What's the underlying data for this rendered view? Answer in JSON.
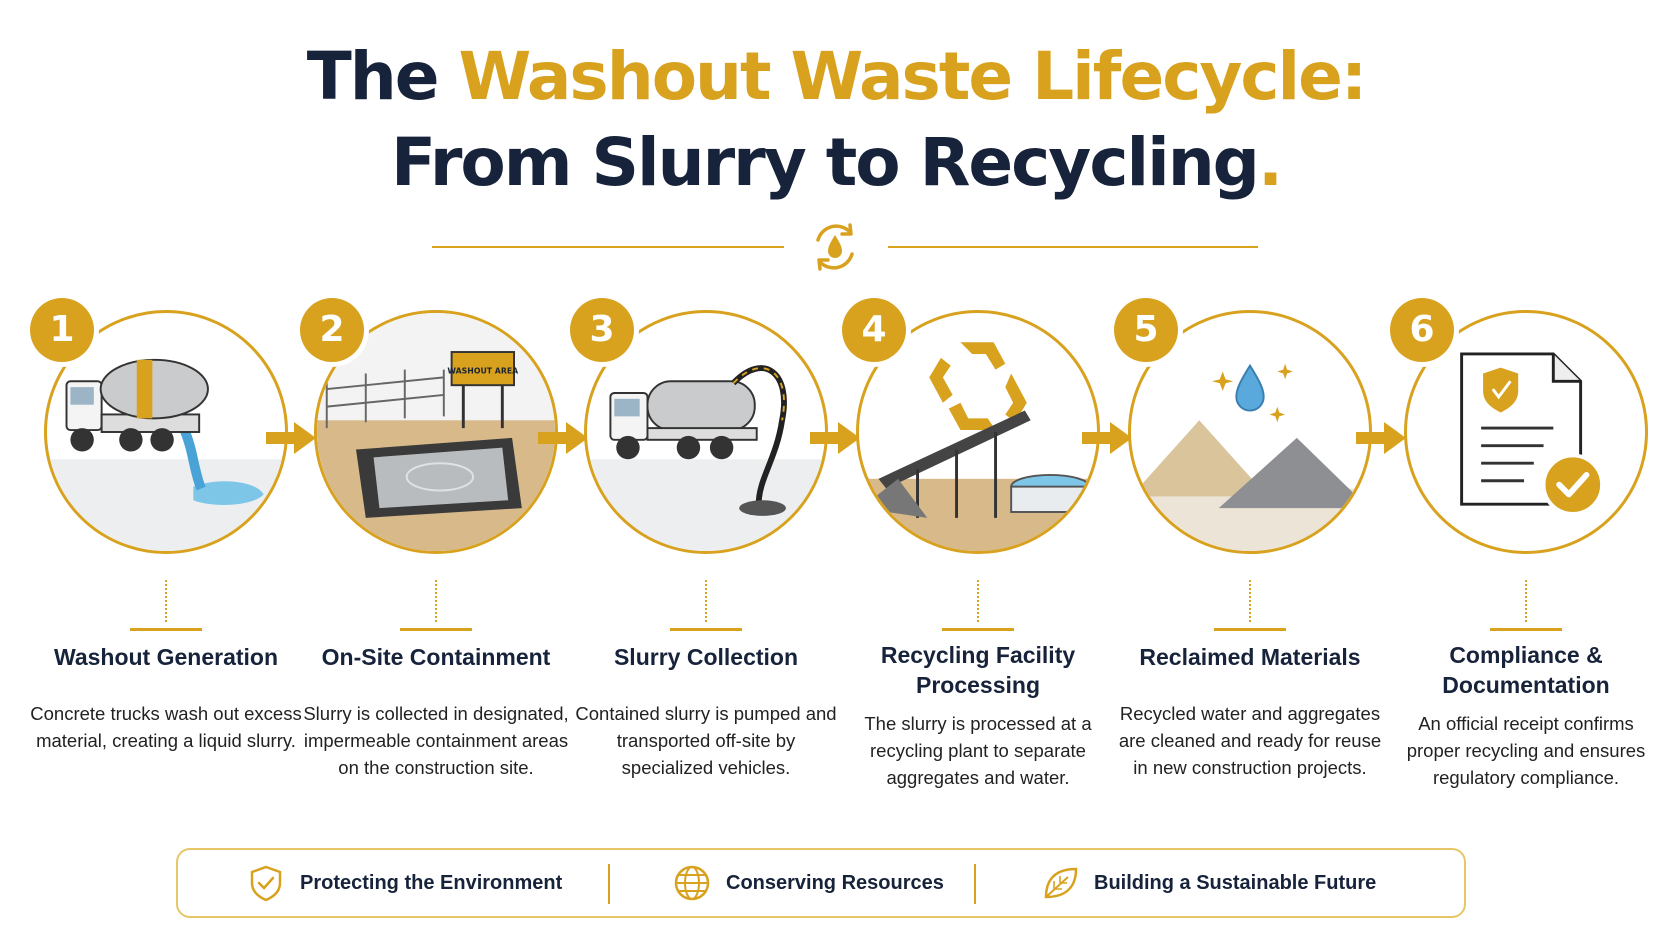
{
  "title": {
    "line1_part1": "The ",
    "line1_part2": "Washout Waste Lifecycle:",
    "line2_part1": "From Slurry to Recycling",
    "line2_part2": "."
  },
  "center_icon": "recycle-water-drop-icon",
  "steps": [
    {
      "number": "1",
      "title": "Washout Generation",
      "description": "Concrete trucks wash out excess material, creating a liquid slurry.",
      "icon": "concrete-mixer-truck-icon"
    },
    {
      "number": "2",
      "title": "On-Site Containment",
      "description": "Slurry is collected in designated, impermeable containment areas on the construction site.",
      "icon": "containment-pit-icon",
      "sign_text": "WASHOUT AREA"
    },
    {
      "number": "3",
      "title": "Slurry Collection",
      "description": "Contained slurry is pumped and transported off-site by specialized vehicles.",
      "icon": "vacuum-tanker-truck-icon"
    },
    {
      "number": "4",
      "title": "Recycling Facility Processing",
      "description": "The slurry is processed at a recycling plant to separate aggregates and water.",
      "icon": "recycling-plant-icon"
    },
    {
      "number": "5",
      "title": "Reclaimed Materials",
      "description": "Recycled water and aggregates are cleaned and ready for reuse in new construction projects.",
      "icon": "aggregate-piles-icon"
    },
    {
      "number": "6",
      "title": "Compliance & Documentation",
      "description": "An official receipt confirms proper recycling and ensures regulatory compliance.",
      "icon": "compliance-document-icon"
    }
  ],
  "footer": [
    {
      "label": "Protecting the Environment",
      "icon": "shield-check-icon"
    },
    {
      "label": "Conserving Resources",
      "icon": "globe-icon"
    },
    {
      "label": "Building a Sustainable Future",
      "icon": "leaf-icon"
    }
  ],
  "colors": {
    "accent": "#d8a21f",
    "navy": "#17233a"
  }
}
